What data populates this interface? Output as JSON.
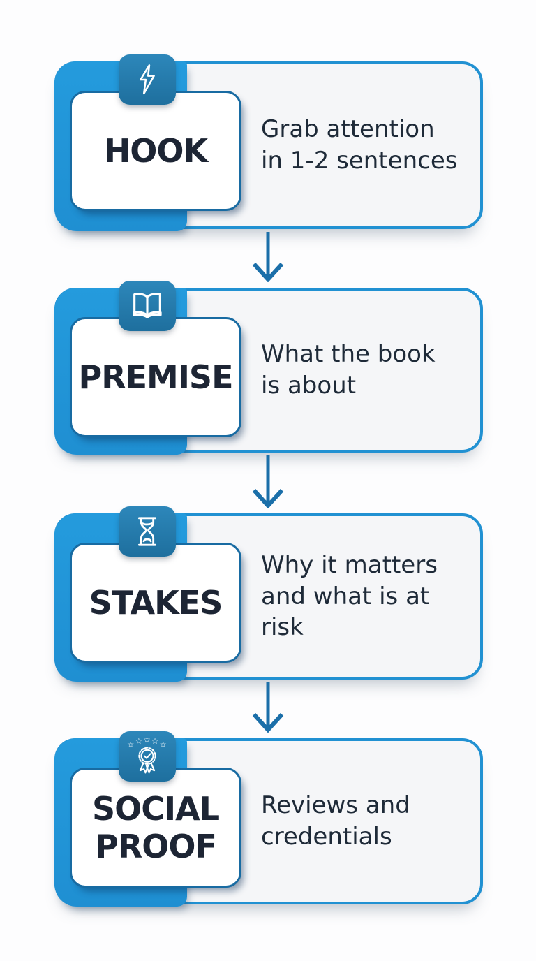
{
  "diagram": {
    "type": "vertical-flowchart",
    "steps_count": 4
  },
  "colors": {
    "page_bg": "#fdfdfe",
    "panel_blue": "#249bdd",
    "panel_blue_deep": "#1f8fd2",
    "container_border": "#2191d2",
    "container_fill": "#f5f6f8",
    "badge_top": "#2d87ba",
    "badge_bottom": "#1e6f9e",
    "card_border": "#186ba2",
    "card_fill": "#ffffff",
    "title_text": "#1d2534",
    "desc_text": "#1e2a38",
    "arrow": "#1b6fa9"
  },
  "blocks": [
    {
      "id": "hook",
      "icon": "lightning-icon",
      "title": "HOOK",
      "title_lines": [
        "HOOK"
      ],
      "description": "Grab attention in 1-2 sentences",
      "description_lines": [
        "Grab attention",
        "in 1-2 sentences"
      ]
    },
    {
      "id": "premise",
      "icon": "open-book-icon",
      "title": "PREMISE",
      "title_lines": [
        "PREMISE"
      ],
      "description": "What the book is about",
      "description_lines": [
        "What the book",
        "is about"
      ]
    },
    {
      "id": "stakes",
      "icon": "hourglass-icon",
      "title": "STAKES",
      "title_lines": [
        "STAKES"
      ],
      "description": "Why it matters and what is at risk",
      "description_lines": [
        "Why it matters",
        "and what is at",
        "risk"
      ]
    },
    {
      "id": "social-proof",
      "icon": "award-badge-icon",
      "title": "SOCIAL PROOF",
      "title_lines": [
        "SOCIAL",
        "PROOF"
      ],
      "description": "Reviews and credentials",
      "description_lines": [
        "Reviews and",
        "credentials"
      ]
    }
  ]
}
